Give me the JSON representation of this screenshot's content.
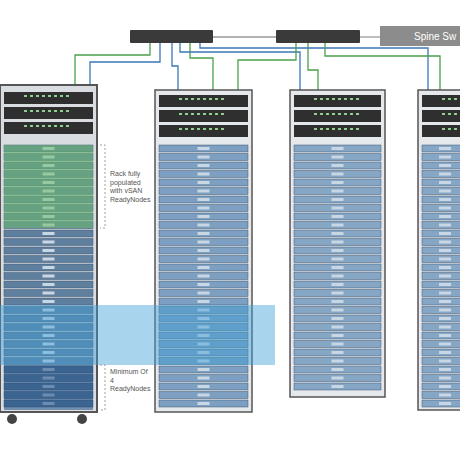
{
  "diagram": {
    "nodes": [
      {
        "text": [
          "Spine Sw"
        ]
      }
    ],
    "labels": [
      "Rack fully populated with vSAN ReadyNodes",
      "Minimum Of 4 ReadyNodes"
    ]
  }
}
